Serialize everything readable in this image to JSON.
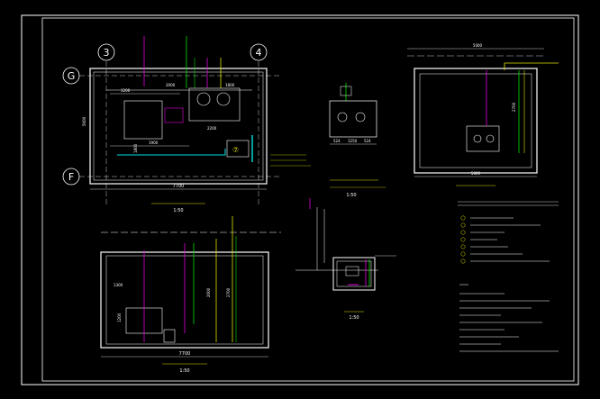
{
  "colors": {
    "background": "#000000",
    "frame": "#ffffff",
    "wall": "#ffffff",
    "dimension": "#ffffff",
    "pipe_cyan": "#00e0e0",
    "pipe_magenta": "#e000e0",
    "pipe_green": "#00e000",
    "pipe_yellow": "#e0e000",
    "annotation_yellow": "#e0e000"
  },
  "grid_axes": {
    "col_left": "3",
    "col_right": "4",
    "row_top": "G",
    "row_bottom": "F"
  },
  "plan_view": {
    "overall_width": "7700",
    "scale": "1:50",
    "dim_top_a": "1200",
    "dim_top_b": "2000",
    "dim_top_c": "1800",
    "dim_mid_a": "2200",
    "dim_mid_b": "1900",
    "dim_left": "5000",
    "dim_left_b": "1800",
    "equipment_number": "⑦"
  },
  "section_a": {
    "overall_width": "7700",
    "scale": "1:50",
    "dim_a": "1300",
    "dim_b": "1200",
    "dim_c": "2000",
    "dim_d": "2700"
  },
  "detail_small": {
    "scale": "1:50",
    "dim_a": "524",
    "dim_b": "1250",
    "dim_c": "524"
  },
  "section_1_1": {
    "scale": "1:50"
  },
  "section_right": {
    "top_dim": "5000",
    "bottom_dim": "5000",
    "height_dim": "2700"
  }
}
